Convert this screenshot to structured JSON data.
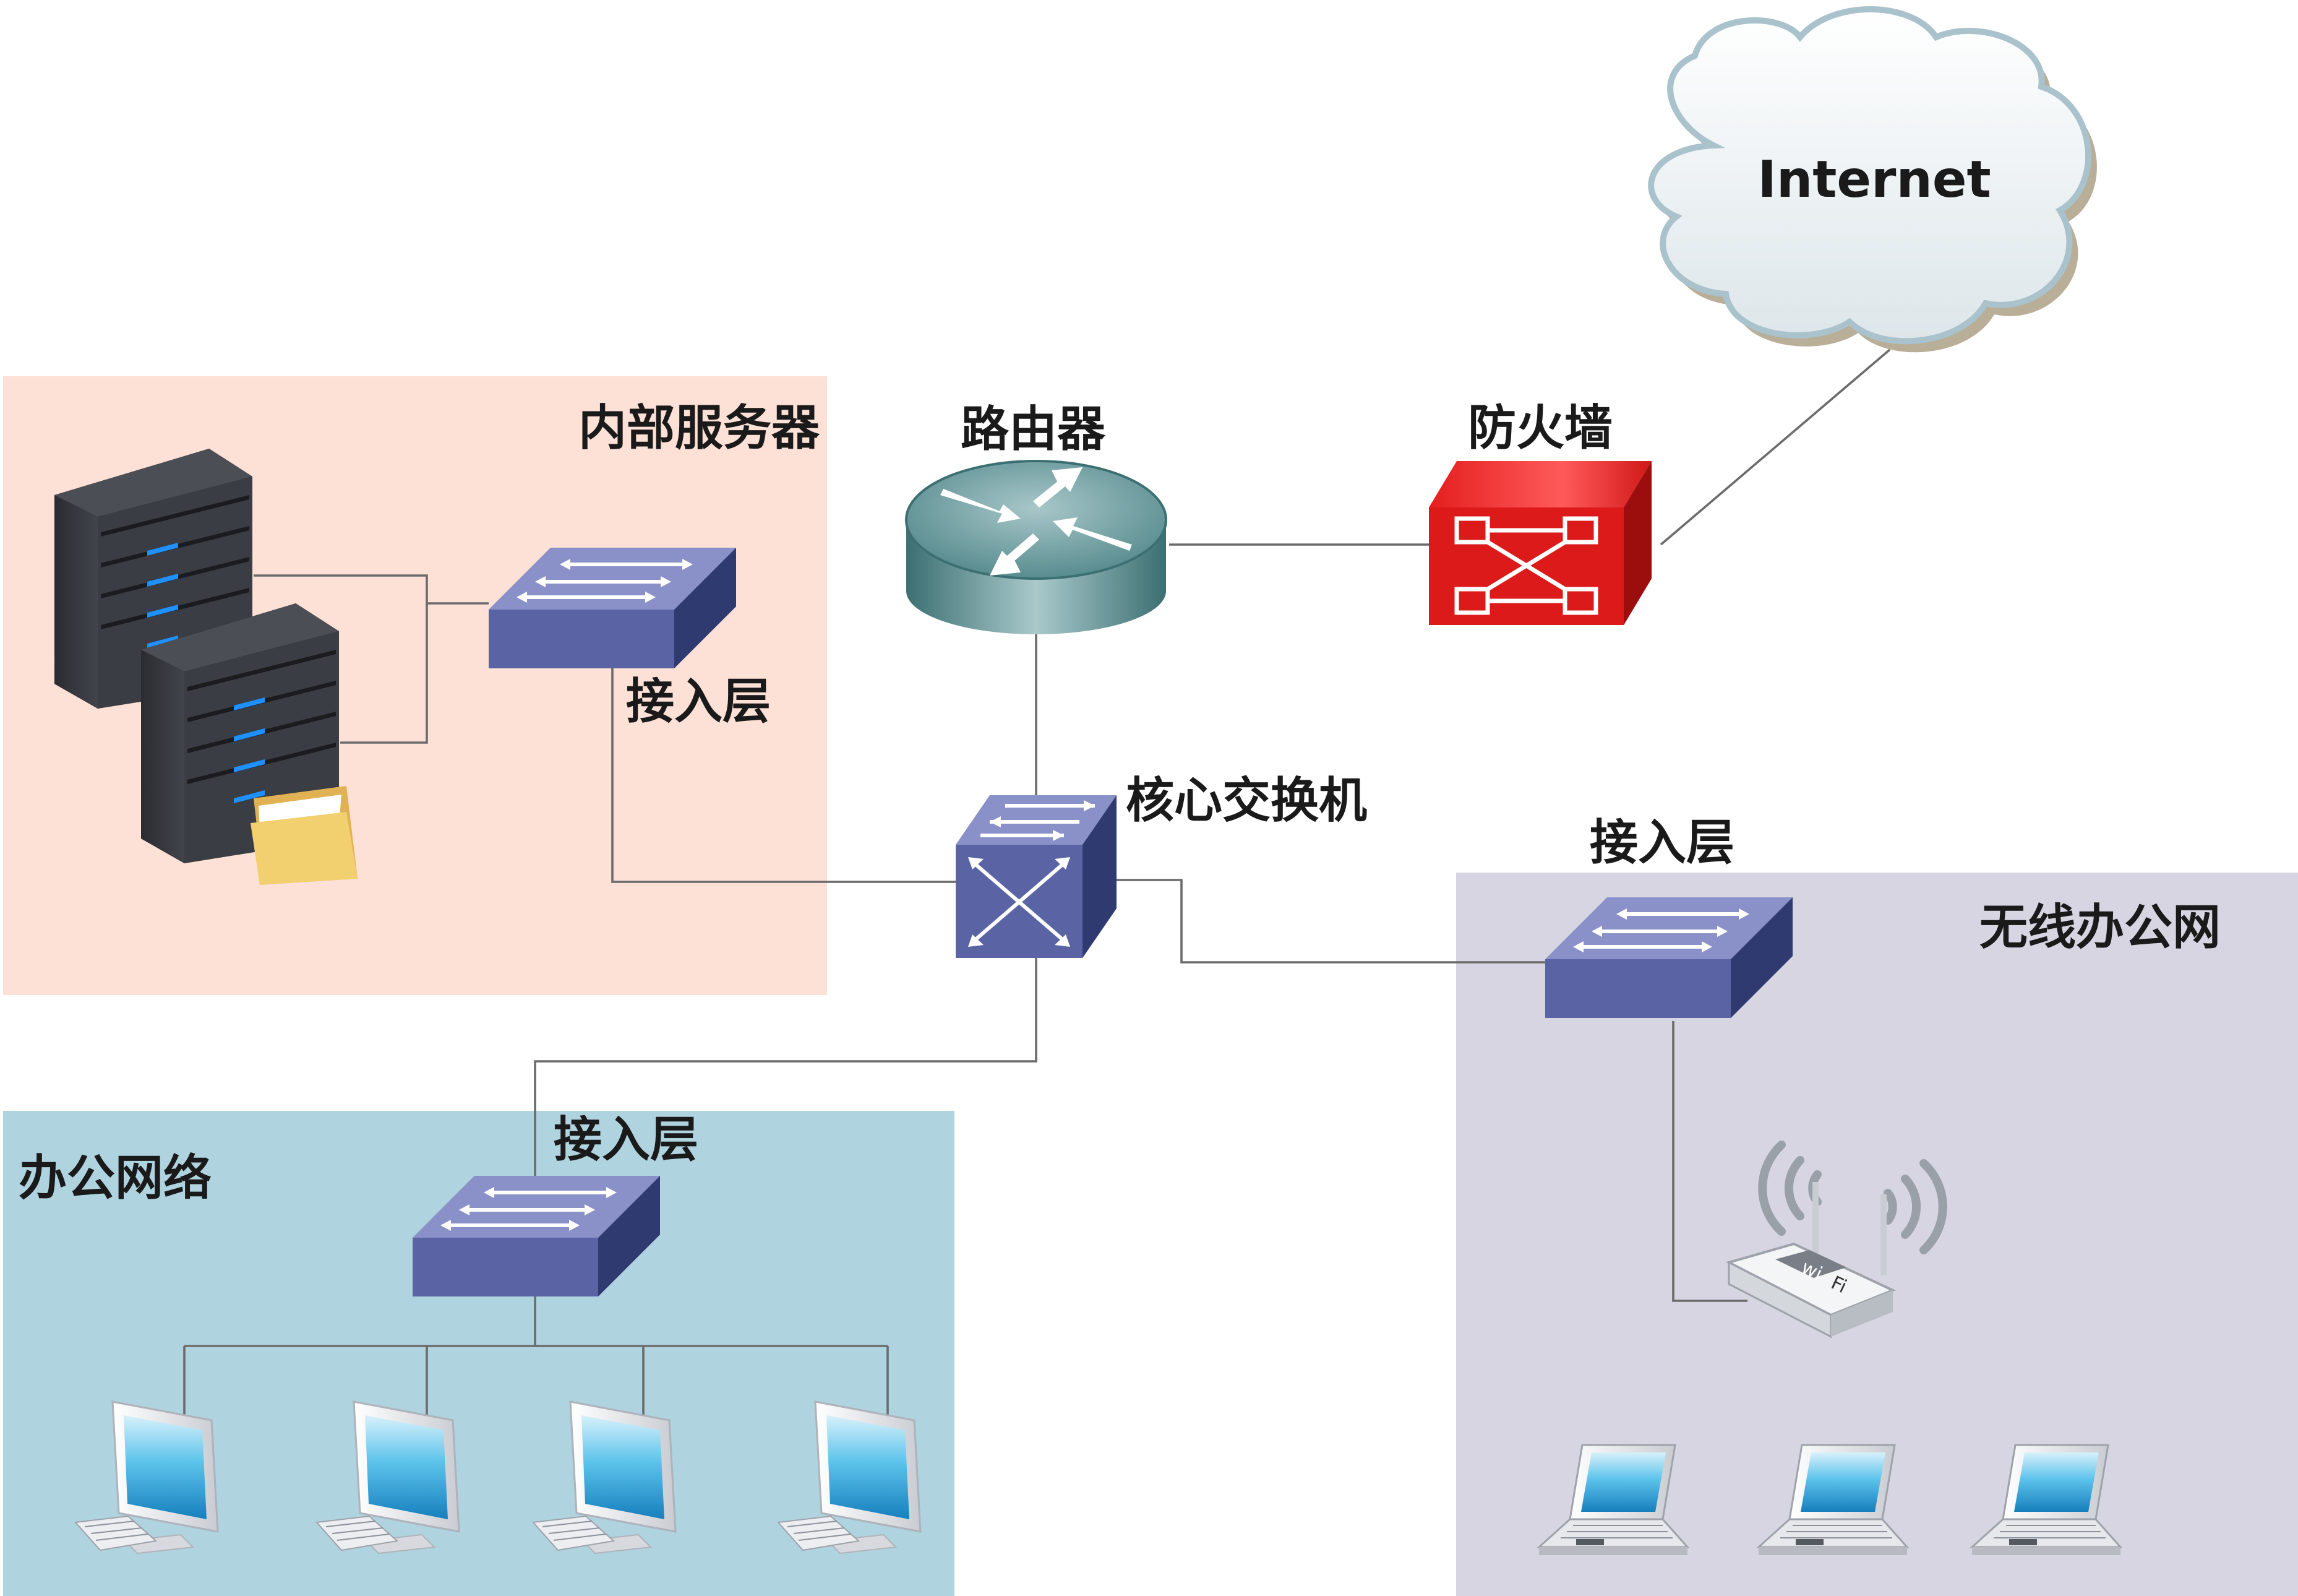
{
  "labels": {
    "internet": "Internet",
    "router": "路由器",
    "firewall": "防火墙",
    "core_switch": "核心交换机",
    "server_zone": "内部服务器",
    "server_access": "接入层",
    "office_zone": "办公网络",
    "office_access": "接入层",
    "wireless_zone": "无线办公网",
    "wireless_access": "接入层",
    "wifi_badge_1": "wi",
    "wifi_badge_2": "Fi"
  },
  "colors": {
    "server_zone_bg": "#fde0d6",
    "office_zone_bg": "#afd3df",
    "wireless_zone_bg": "#d8d5e2",
    "switch_top": "#8a91c8",
    "switch_front": "#5a64a4",
    "switch_side": "#2f3a70",
    "firewall_red": "#dc1a1a",
    "router_teal": "#4f8689",
    "line": "#6b6b6b"
  },
  "icons": [
    "cloud-icon",
    "router-icon",
    "firewall-icon",
    "core-switch-icon",
    "access-switch-icon",
    "server-icon",
    "folder-icon",
    "desktop-pc-icon",
    "wifi-router-icon",
    "laptop-icon"
  ]
}
